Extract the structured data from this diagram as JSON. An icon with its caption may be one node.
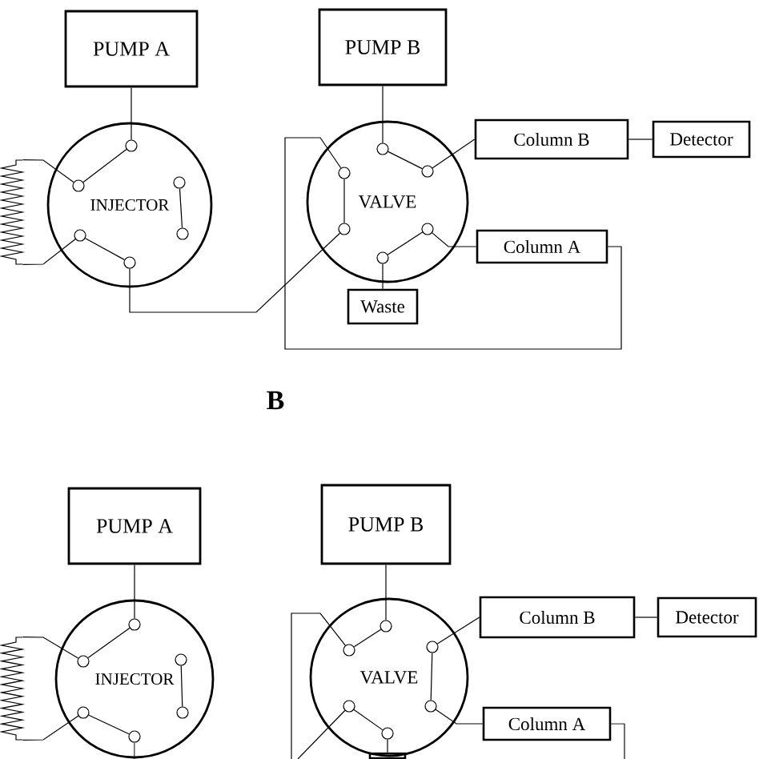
{
  "diagram": {
    "nodes": [
      {
        "text": [
          "PUMP A"
        ]
      },
      {
        "text": [
          "INJECTOR"
        ]
      },
      {
        "text": [],
        "shape": "circle",
        "in": 1
      },
      {
        "text": [],
        "shape": "circle",
        "in": 1
      },
      {
        "text": [],
        "shape": "circle",
        "in": 1
      },
      {
        "text": [],
        "shape": "circle",
        "in": 1
      },
      {
        "text": [],
        "shape": "circle",
        "in": 1
      },
      {
        "text": [],
        "shape": "circle",
        "in": 1
      },
      {
        "text": [],
        "shape": "coil"
      },
      {
        "text": [
          "PUMP B"
        ]
      },
      {
        "text": [
          "VALVE"
        ]
      },
      {
        "text": [],
        "shape": "circle",
        "in": 10
      },
      {
        "text": [],
        "shape": "circle",
        "in": 10
      },
      {
        "text": [],
        "shape": "circle",
        "in": 10
      },
      {
        "text": [],
        "shape": "circle",
        "in": 10
      },
      {
        "text": [],
        "shape": "circle",
        "in": 10
      },
      {
        "text": [],
        "shape": "circle",
        "in": 10
      },
      {
        "text": [
          "Column B"
        ]
      },
      {
        "text": [
          "Detector"
        ]
      },
      {
        "text": [
          "Column A"
        ]
      },
      {
        "text": [
          "Waste"
        ]
      },
      {
        "text": [
          "PUMP A"
        ]
      },
      {
        "text": [
          "INJECTOR"
        ]
      },
      {
        "text": [],
        "shape": "circle",
        "in": 22
      },
      {
        "text": [],
        "shape": "circle",
        "in": 22
      },
      {
        "text": [],
        "shape": "circle",
        "in": 22
      },
      {
        "text": [],
        "shape": "circle",
        "in": 22
      },
      {
        "text": [],
        "shape": "circle",
        "in": 22
      },
      {
        "text": [],
        "shape": "circle",
        "in": 22
      },
      {
        "text": [],
        "shape": "coil"
      },
      {
        "text": [
          "PUMP B"
        ]
      },
      {
        "text": [
          "VALVE"
        ]
      },
      {
        "text": [],
        "shape": "circle",
        "in": 31
      },
      {
        "text": [],
        "shape": "circle",
        "in": 31
      },
      {
        "text": [],
        "shape": "circle",
        "in": 31
      },
      {
        "text": [],
        "shape": "circle",
        "in": 31
      },
      {
        "text": [],
        "shape": "circle",
        "in": 31
      },
      {
        "text": [],
        "shape": "circle",
        "in": 31
      },
      {
        "text": [
          "Column B"
        ]
      },
      {
        "text": [
          "Detector"
        ]
      },
      {
        "text": [
          "Column A"
        ]
      },
      {
        "text": [],
        "shape": "box"
      }
    ],
    "edges": [
      {
        "from": 0,
        "to": 2,
        "arrow": "none"
      },
      {
        "from": 2,
        "to": 3,
        "arrow": "none"
      },
      {
        "from": 4,
        "to": 6,
        "arrow": "none"
      },
      {
        "from": 5,
        "to": 7,
        "arrow": "none"
      },
      {
        "from": 8,
        "to": 3,
        "arrow": "none"
      },
      {
        "from": 8,
        "to": 5,
        "arrow": "none"
      },
      {
        "from": 7,
        "to": 14,
        "arrow": "none"
      },
      {
        "from": 9,
        "to": 11,
        "arrow": "none"
      },
      {
        "from": 11,
        "to": 13,
        "arrow": "none"
      },
      {
        "from": 12,
        "to": 14,
        "arrow": "none"
      },
      {
        "from": 15,
        "to": 16,
        "arrow": "none"
      },
      {
        "from": 13,
        "to": 17,
        "arrow": "none"
      },
      {
        "from": 17,
        "to": 18,
        "arrow": "none"
      },
      {
        "from": 15,
        "to": 19,
        "arrow": "none"
      },
      {
        "from": 19,
        "to": 12,
        "arrow": "none"
      },
      {
        "from": 16,
        "to": 20,
        "arrow": "none"
      },
      {
        "from": 21,
        "to": 23,
        "arrow": "none"
      },
      {
        "from": 23,
        "to": 24,
        "arrow": "none"
      },
      {
        "from": 25,
        "to": 27,
        "arrow": "none"
      },
      {
        "from": 26,
        "to": 28,
        "arrow": "none"
      },
      {
        "from": 29,
        "to": 24,
        "arrow": "none"
      },
      {
        "from": 29,
        "to": 26,
        "arrow": "none"
      },
      {
        "from": 28,
        "to": null,
        "arrow": "none"
      },
      {
        "from": 30,
        "to": 32,
        "arrow": "none"
      },
      {
        "from": 32,
        "to": 33,
        "arrow": "none"
      },
      {
        "from": 34,
        "to": 36,
        "arrow": "none"
      },
      {
        "from": 35,
        "to": 37,
        "arrow": "none"
      },
      {
        "from": 33,
        "to": null,
        "arrow": "none"
      },
      {
        "from": 34,
        "to": 38,
        "arrow": "none"
      },
      {
        "from": 38,
        "to": 39,
        "arrow": "none"
      },
      {
        "from": 36,
        "to": 40,
        "arrow": "none"
      },
      {
        "from": 40,
        "to": null,
        "arrow": "none"
      },
      {
        "from": 35,
        "to": null,
        "arrow": "none"
      },
      {
        "from": 37,
        "to": 41,
        "arrow": "none"
      }
    ],
    "labels": [
      "B"
    ]
  }
}
